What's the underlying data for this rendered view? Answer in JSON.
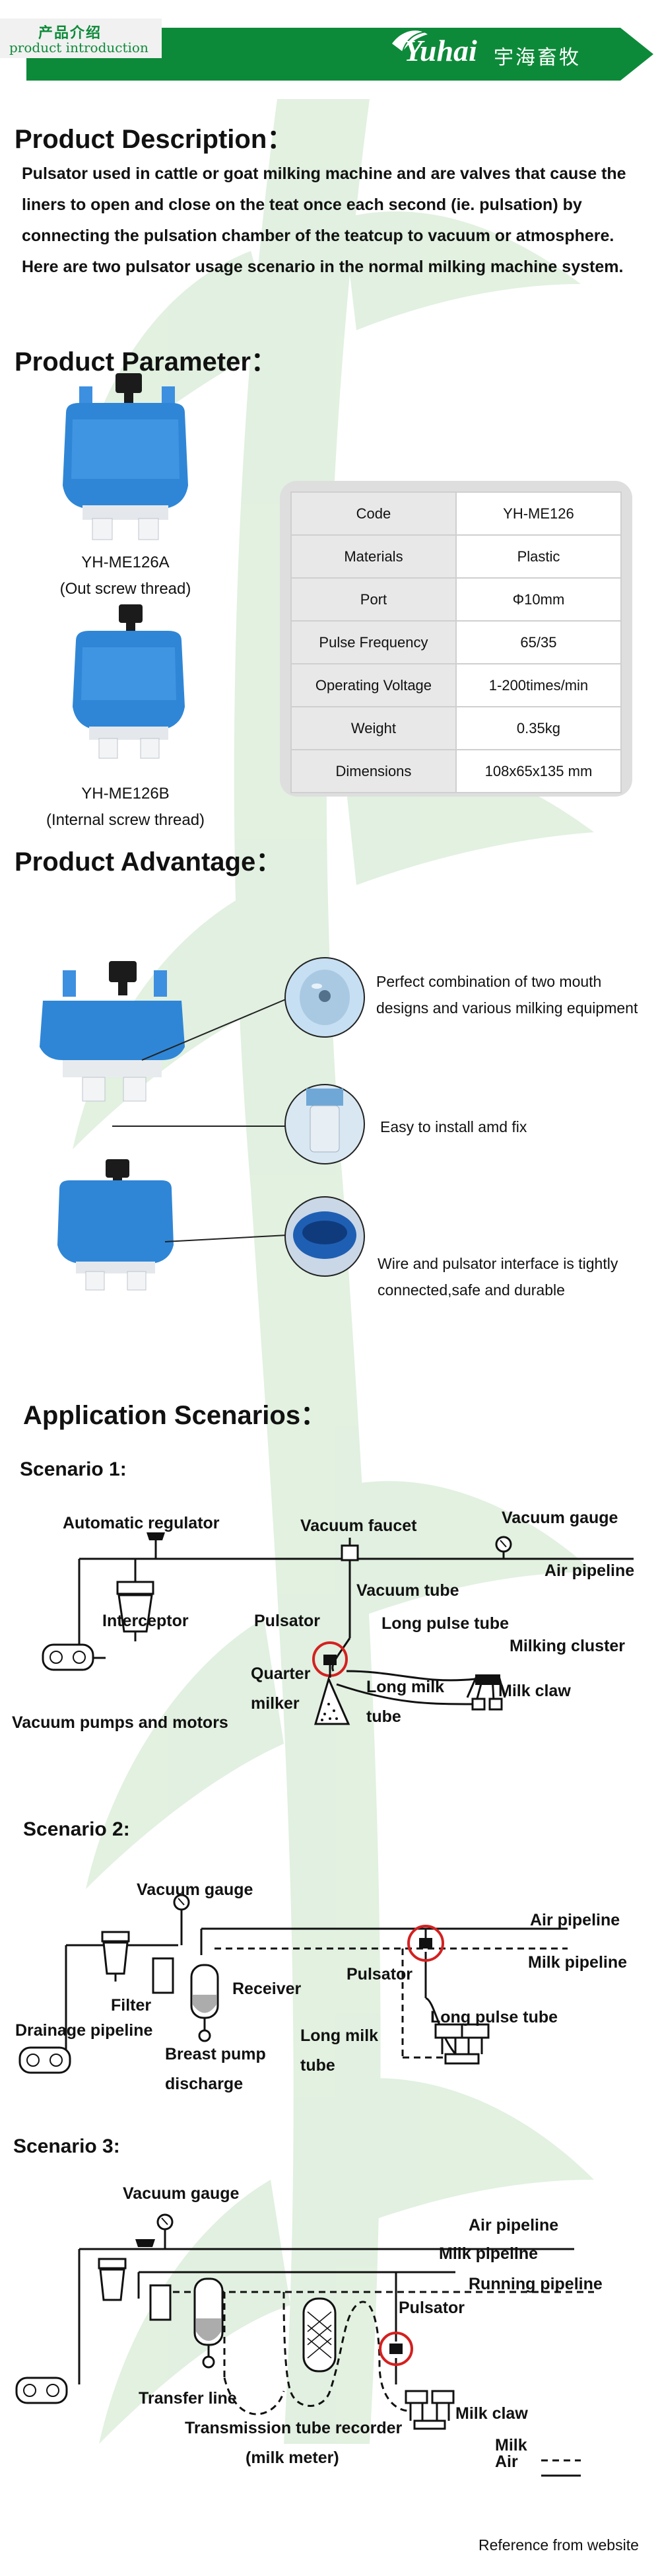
{
  "header": {
    "badge_cn": "产品介绍",
    "badge_en": "product introduction",
    "brand_logo": "Yuhai",
    "brand_cn": "宇海畜牧"
  },
  "description": {
    "title": "Product Description：",
    "text": "Pulsator used in cattle or goat milking machine and are valves that cause the liners to open and close on the teat once each second (ie. pulsation) by connecting the pulsation chamber of the teatcup to vacuum or atmosphere. Here are two pulsator usage scenario in the normal milking machine system."
  },
  "parameter": {
    "title": "Product Parameter：",
    "model_a": "YH-ME126A",
    "model_a_note": "(Out screw thread)",
    "model_b": "YH-ME126B",
    "model_b_note": "(Internal screw thread)",
    "rows": [
      {
        "key": "Code",
        "value": "YH-ME126"
      },
      {
        "key": "Materials",
        "value": "Plastic"
      },
      {
        "key": "Port",
        "value": "Φ10mm"
      },
      {
        "key": "Pulse Frequency",
        "value": "65/35"
      },
      {
        "key": "Operating Voltage",
        "value": "1-200times/min"
      },
      {
        "key": "Weight",
        "value": "0.35kg"
      },
      {
        "key": "Dimensions",
        "value": "108x65x135 mm"
      }
    ]
  },
  "advantage": {
    "title": "Product Advantage：",
    "items": [
      {
        "line1": "Perfect combination of two mouth",
        "line2": "designs and various milking equipment"
      },
      {
        "line1": "Easy to install amd fix",
        "line2": ""
      },
      {
        "line1": "Wire and pulsator interface is tightly",
        "line2": "connected,safe and durable"
      }
    ]
  },
  "application": {
    "title": "Application Scenarios：",
    "scenario1": {
      "title": "Scenario 1:",
      "automatic_regulator": "Automatic regulator",
      "vacuum_faucet": "Vacuum faucet",
      "vacuum_gauge": "Vacuum gauge",
      "air_pipeline": "Air pipeline",
      "vacuum_tube": "Vacuum tube",
      "interceptor": "Interceptor",
      "pulsator": "Pulsator",
      "long_pulse_tube": "Long pulse tube",
      "milking_cluster": "Milking cluster",
      "quarter_milker_1": "Quarter",
      "quarter_milker_2": "milker",
      "long_milk_tube_1": "Long milk",
      "long_milk_tube_2": "tube",
      "milk_claw": "Milk claw",
      "vacuum_pumps": "Vacuum pumps and motors"
    },
    "scenario2": {
      "title": "Scenario 2:",
      "vacuum_gauge": "Vacuum gauge",
      "air_pipeline": "Air pipeline",
      "milk_pipeline": "Milk pipeline",
      "pulsator": "Pulsator",
      "receiver": "Receiver",
      "filter": "Filter",
      "drainage_pipeline": "Drainage pipeline",
      "long_pulse_tube": "Long pulse tube",
      "long_milk_tube_1": "Long milk",
      "long_milk_tube_2": "tube",
      "breast_pump_1": "Breast pump",
      "breast_pump_2": "discharge"
    },
    "scenario3": {
      "title": "Scenario 3:",
      "vacuum_gauge": "Vacuum gauge",
      "air_pipeline": "Air pipeline",
      "milk_pipeline": "Milk pipeline",
      "running_pipeline": "Running pipeline",
      "pulsator": "Pulsator",
      "transfer_line": "Transfer line",
      "milk_claw": "Milk claw",
      "recorder_1": "Transmission tube recorder",
      "recorder_2": "(milk meter)",
      "legend_milk": "Milk",
      "legend_air": "Air"
    }
  },
  "footer": {
    "reference": "Reference from website"
  },
  "colors": {
    "brand_green": "#0d8a39",
    "pulsator_blue": "#2f86d6",
    "highlight_red": "#d42020",
    "watermark_green": "#cfe8cf"
  }
}
